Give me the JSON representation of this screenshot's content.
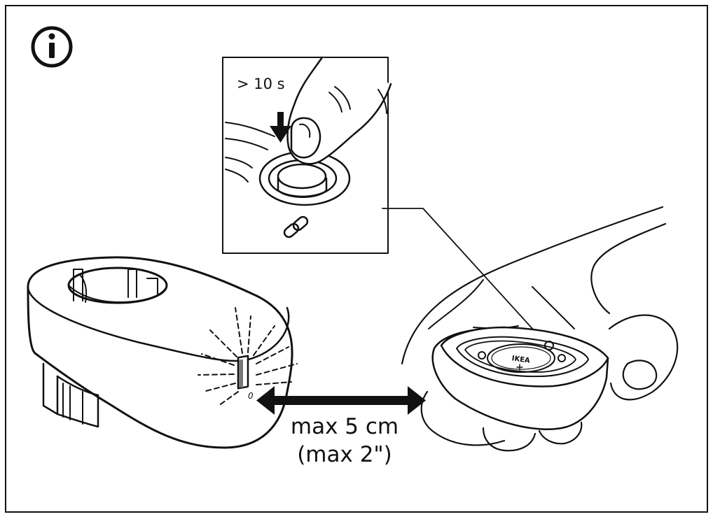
{
  "instruction": {
    "hold_time": "> 10 s",
    "distance_metric": "max 5 cm",
    "distance_imperial": "(max 2\")",
    "led_marker": "0",
    "battery_brand": "IKEA"
  },
  "icons": {
    "info": "info-icon",
    "press_arrow": "down-arrow-icon",
    "pair": "link-icon",
    "distance_arrow": "double-arrow-icon"
  }
}
